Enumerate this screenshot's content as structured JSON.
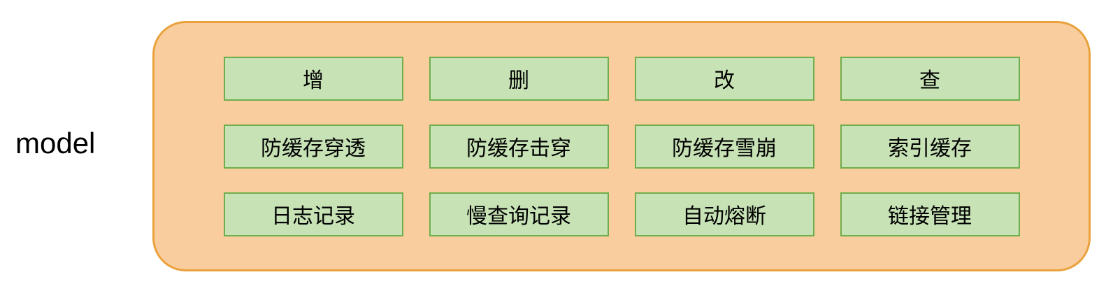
{
  "diagram": {
    "side_label": "model",
    "container": {
      "fill_color": "#facd9e",
      "border_color": "#e9a23d"
    },
    "node_style": {
      "fill_color": "#c7e3b6",
      "border_color": "#6fae4c"
    },
    "rows": [
      {
        "cells": [
          "增",
          "删",
          "改",
          "查"
        ]
      },
      {
        "cells": [
          "防缓存穿透",
          "防缓存击穿",
          "防缓存雪崩",
          "索引缓存"
        ]
      },
      {
        "cells": [
          "日志记录",
          "慢查询记录",
          "自动熔断",
          "链接管理"
        ]
      }
    ]
  }
}
